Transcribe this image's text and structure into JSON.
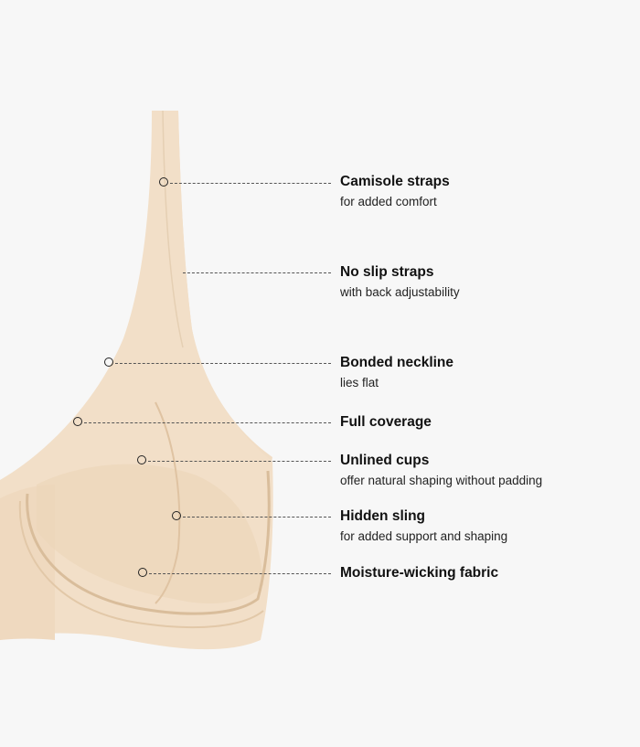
{
  "product": {
    "image_name": "bra-product-illustration",
    "colors": {
      "background": "#f7f7f7",
      "fabric": "#f2dfc8",
      "fabric_shadow": "#e6cdb0",
      "seam": "#dcc3a4",
      "text": "#111111"
    }
  },
  "features": [
    {
      "id": "camisole-straps",
      "title": "Camisole straps",
      "desc": "for added comfort",
      "marker": "circle"
    },
    {
      "id": "no-slip-straps",
      "title": "No slip straps",
      "desc": "with back adjustability",
      "marker": "none"
    },
    {
      "id": "bonded-neckline",
      "title": "Bonded neckline",
      "desc": "lies flat",
      "marker": "circle"
    },
    {
      "id": "full-coverage",
      "title": "Full coverage",
      "desc": "",
      "marker": "circle"
    },
    {
      "id": "unlined-cups",
      "title": "Unlined cups",
      "desc": "offer natural shaping without padding",
      "marker": "circle"
    },
    {
      "id": "hidden-sling",
      "title": "Hidden sling",
      "desc": "for added support and shaping",
      "marker": "circle"
    },
    {
      "id": "moisture-wicking-fabric",
      "title": "Moisture-wicking fabric",
      "desc": "",
      "marker": "circle"
    }
  ]
}
